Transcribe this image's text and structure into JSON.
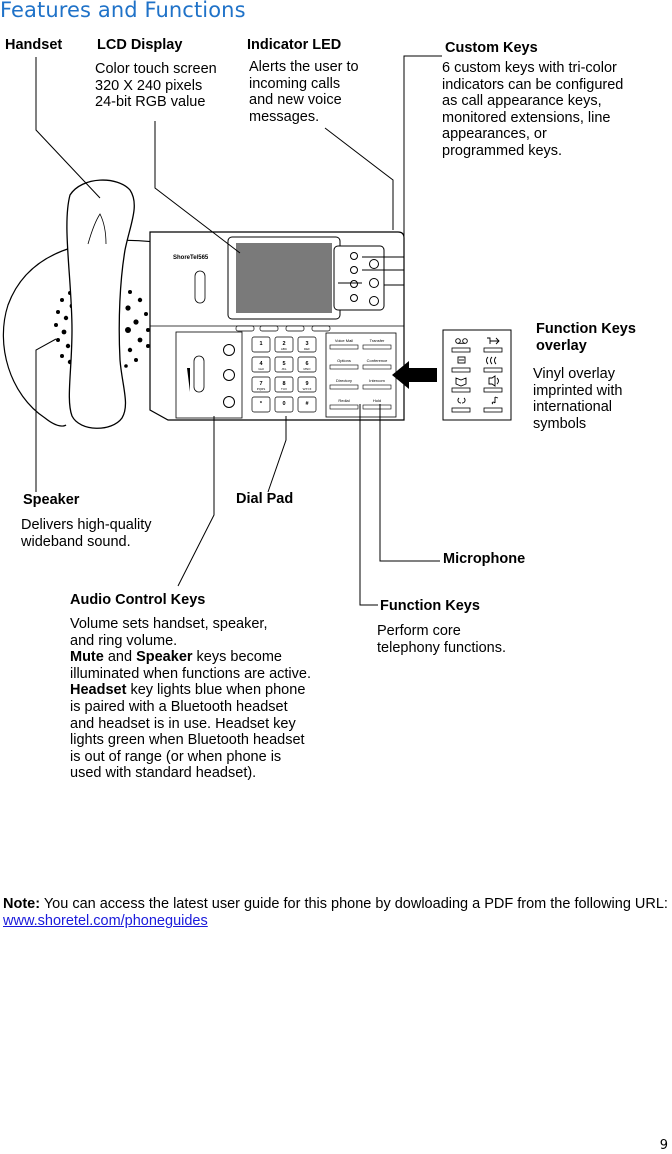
{
  "page": {
    "title": "Features and Functions",
    "page_number": "9"
  },
  "labels": {
    "handset": "Handset",
    "lcd": {
      "title": "LCD Display",
      "lines": [
        "Color touch screen",
        "320 X 240 pixels",
        "24-bit RGB value"
      ]
    },
    "led": {
      "title": "Indicator LED",
      "lines": [
        "Alerts the user to",
        "incoming calls",
        "and new voice",
        "messages."
      ]
    },
    "custom": {
      "title": "Custom Keys",
      "lines": [
        "6 custom keys with tri-color",
        "indicators can be configured",
        "as call appearance keys,",
        "monitored extensions, line",
        "appearances, or",
        "programmed keys."
      ]
    },
    "overlay": {
      "title_lines": [
        "Function Keys",
        "overlay"
      ],
      "lines": [
        "Vinyl overlay",
        "imprinted with",
        "international",
        "symbols"
      ]
    },
    "speaker": {
      "title": "Speaker",
      "lines": [
        "Delivers high-quality",
        "wideband sound."
      ]
    },
    "dialpad": "Dial Pad",
    "microphone": "Microphone",
    "audio": {
      "title": "Audio Control Keys",
      "line1": "Volume sets handset, speaker,",
      "line2": "and ring volume.",
      "mute": "Mute",
      "and": " and ",
      "speaker_word": "Speaker",
      "mute_rest": " keys become",
      "line4": "illuminated when functions are active.",
      "headset": "Headset",
      "headset_rest": " key lights blue when phone",
      "lines_rest": [
        "is paired with a Bluetooth headset",
        "and headset is in use. Headset key",
        "lights green when Bluetooth headset",
        "is out of range (or when phone is",
        "used with standard headset)."
      ]
    },
    "function": {
      "title": "Function Keys",
      "lines": [
        "Perform core",
        "telephony functions."
      ]
    }
  },
  "phone": {
    "brand": "ShoreTel565",
    "keypad": [
      {
        "num": "1",
        "sub": ""
      },
      {
        "num": "2",
        "sub": "ABC"
      },
      {
        "num": "3",
        "sub": "DEF"
      },
      {
        "num": "4",
        "sub": "GHI"
      },
      {
        "num": "5",
        "sub": "JKL"
      },
      {
        "num": "6",
        "sub": "MNO"
      },
      {
        "num": "7",
        "sub": "PQRS"
      },
      {
        "num": "8",
        "sub": "TUV"
      },
      {
        "num": "9",
        "sub": "WXYZ"
      },
      {
        "num": "*",
        "sub": ""
      },
      {
        "num": "0",
        "sub": ""
      },
      {
        "num": "#",
        "sub": ""
      }
    ],
    "function_keys": [
      "Voice Mail",
      "Transfer",
      "Options",
      "Conference",
      "Directory",
      "Intercom",
      "Redial",
      "Hold"
    ]
  },
  "overlay_icons": [
    "voicemail-icon",
    "transfer-icon",
    "options-icon",
    "conference-icon",
    "directory-icon",
    "intercom-icon",
    "redial-icon",
    "hold-icon"
  ],
  "note": {
    "label": "Note:",
    "text": " You can access the latest user guide for this phone by dowloading a PDF from the following URL: ",
    "link": "www.shoretel.com/phoneguides"
  }
}
